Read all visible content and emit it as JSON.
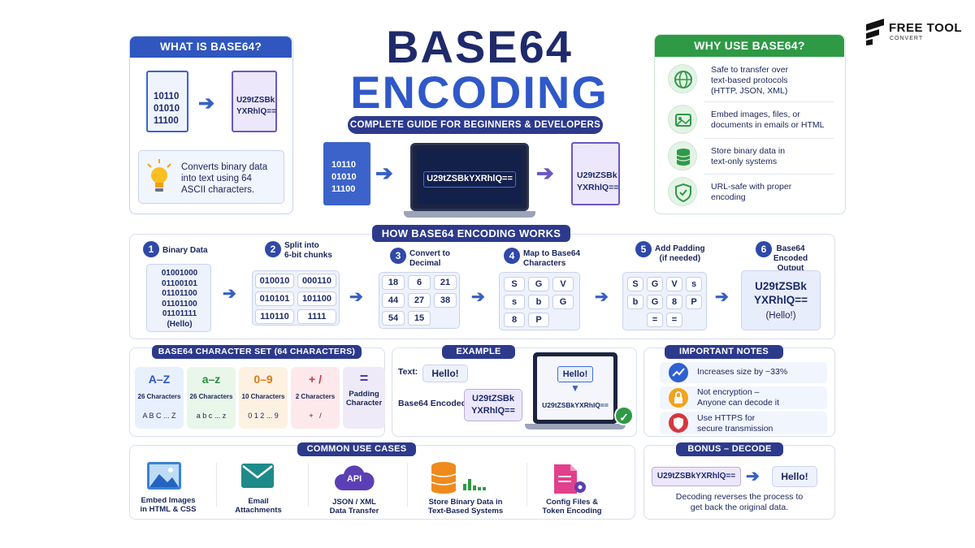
{
  "brand": {
    "name_line1": "FREE TOOL",
    "name_line2": "CONVERT"
  },
  "title": {
    "line1": "BASE64",
    "line2": "ENCODING",
    "subtitle": "COMPLETE GUIDE FOR BEGINNERS & DEVELOPERS"
  },
  "hero": {
    "binary": [
      "10110",
      "01010",
      "11100"
    ],
    "laptop_text": "U29tZSBkYXRhlQ==",
    "encoded": [
      "U29tZSBk",
      "YXRhlQ=="
    ]
  },
  "what": {
    "heading": "WHAT IS BASE64?",
    "binary": [
      "10110",
      "01010",
      "11100"
    ],
    "encoded": [
      "U29tZSBk",
      "YXRhlQ=="
    ],
    "desc": [
      "Converts binary data",
      "into text using 64",
      "ASCII characters."
    ]
  },
  "why": {
    "heading": "WHY USE BASE64?",
    "items": [
      {
        "icon": "globe-icon",
        "lines": [
          "Safe to transfer over",
          "text-based protocols",
          "(HTTP, JSON, XML)"
        ]
      },
      {
        "icon": "image-icon",
        "lines": [
          "Embed images, files, or",
          "documents in emails or HTML"
        ]
      },
      {
        "icon": "database-icon",
        "lines": [
          "Store binary data in",
          "text-only systems"
        ]
      },
      {
        "icon": "shield-icon",
        "lines": [
          "URL-safe with proper",
          "encoding"
        ]
      }
    ]
  },
  "how": {
    "heading": "HOW BASE64 ENCODING WORKS",
    "steps": [
      {
        "num": "1",
        "label": "Binary Data"
      },
      {
        "num": "2",
        "label": "Split into\n6-bit chunks"
      },
      {
        "num": "3",
        "label": "Convert to\nDecimal"
      },
      {
        "num": "4",
        "label": "Map to Base64\nCharacters"
      },
      {
        "num": "5",
        "label": "Add Padding\n(if needed)"
      },
      {
        "num": "6",
        "label": "Base64\nEncoded Output"
      }
    ],
    "binary_rows": [
      "01001000",
      "01100101",
      "01101100",
      "01101100",
      "01101111",
      "(Hello)"
    ],
    "chunks": [
      "010010",
      "000110",
      "010101",
      "101100",
      "110110",
      "1111"
    ],
    "decimals": [
      "18",
      "6",
      "21",
      "44",
      "27",
      "38",
      "54",
      "15"
    ],
    "chars": [
      "S",
      "G",
      "V",
      "s",
      "b",
      "G",
      "8",
      "P"
    ],
    "padded": [
      "S",
      "G",
      "V",
      "s",
      "b",
      "G",
      "8",
      "P",
      "=",
      "="
    ],
    "output": [
      "U29tZSBk",
      "YXRhlQ==",
      "(Hello!)"
    ]
  },
  "charset": {
    "heading": "BASE64 CHARACTER SET (64 CHARACTERS)",
    "groups": [
      {
        "title": "A–Z",
        "count": "26 Characters",
        "sample": "A B C ... Z",
        "bg": "#e9f0fd",
        "fg": "#2d55c6"
      },
      {
        "title": "a–z",
        "count": "26 Characters",
        "sample": "a b c ... z",
        "bg": "#e9f6ea",
        "fg": "#2c8c42"
      },
      {
        "title": "0–9",
        "count": "10 Characters",
        "sample": "0 1 2 ... 9",
        "bg": "#fdf1e2",
        "fg": "#e07a14"
      },
      {
        "title": "+ /",
        "count": "2 Characters",
        "sample": "+   /",
        "bg": "#fde9ec",
        "fg": "#d0343f"
      },
      {
        "title": "=",
        "count": "Padding\nCharacter",
        "sample": "",
        "bg": "#eeeaf8",
        "fg": "#4b3fa0"
      }
    ]
  },
  "example": {
    "heading": "EXAMPLE",
    "text_label": "Text:",
    "text_value": "Hello!",
    "encoded_label": "Base64 Encoded:",
    "encoded_value": [
      "U29tZSBk",
      "YXRhlQ=="
    ],
    "screen_text": "Hello!",
    "screen_encoded": "U29tZSBkYXRhlQ=="
  },
  "notes": {
    "heading": "IMPORTANT NOTES",
    "items": [
      {
        "icon": "trend-icon",
        "color": "#2f5fd0",
        "lines": [
          "Increases size by ~33%"
        ]
      },
      {
        "icon": "lock-icon",
        "color": "#f2a31b",
        "lines": [
          "Not encryption –",
          "Anyone can decode it"
        ]
      },
      {
        "icon": "shield-icon",
        "color": "#d7373e",
        "lines": [
          "Use HTTPS for",
          "secure transmission"
        ]
      }
    ]
  },
  "uses": {
    "heading": "COMMON USE CASES",
    "items": [
      {
        "icon": "image-icon",
        "lines": [
          "Embed Images",
          "in HTML & CSS"
        ]
      },
      {
        "icon": "email-icon",
        "lines": [
          "Email",
          "Attachments"
        ]
      },
      {
        "icon": "api-icon",
        "label": "API",
        "lines": [
          "JSON / XML",
          "Data Transfer"
        ]
      },
      {
        "icon": "database-icon",
        "lines": [
          "Store Binary Data in",
          "Text-Based Systems"
        ]
      },
      {
        "icon": "config-file-icon",
        "lines": [
          "Config Files &",
          "Token Encoding"
        ]
      }
    ]
  },
  "decode": {
    "heading": "BONUS – DECODE",
    "encoded": "U29tZSBkYXRhlQ==",
    "decoded": "Hello!",
    "desc": [
      "Decoding reverses the process to",
      "get back the original data."
    ]
  },
  "colors": {
    "navy": "#2d3a8c",
    "green": "#2e9a45",
    "blue": "#3760c6",
    "purple": "#6a57c4"
  }
}
